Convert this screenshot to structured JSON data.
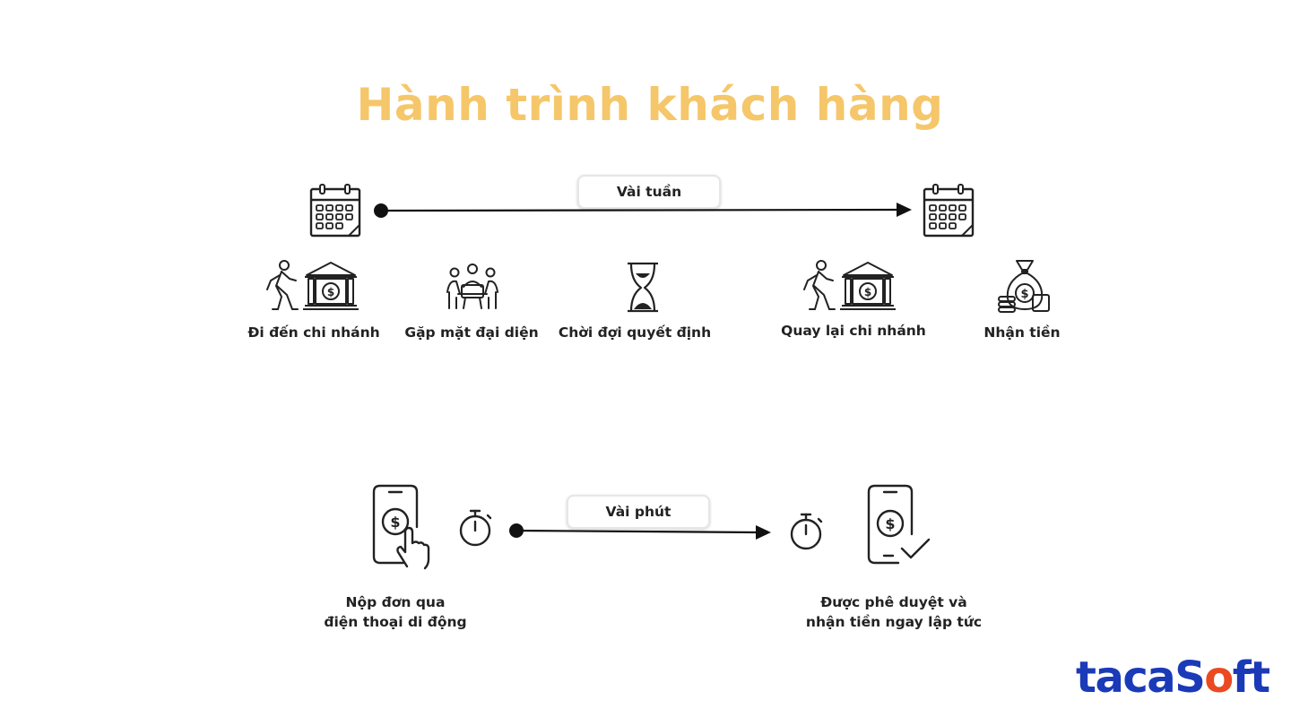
{
  "title": "Hành trình khách hàng",
  "traditional": {
    "duration": "Vài tuần",
    "steps": [
      {
        "label": "Đi đến chi nhánh",
        "icon": "walk-to-bank-icon"
      },
      {
        "label": "Gặp mặt đại diện",
        "icon": "meeting-icon"
      },
      {
        "label": "Chời đợi quyết định",
        "icon": "hourglass-icon"
      },
      {
        "label": "Quay lại chi nhánh",
        "icon": "walk-to-bank-icon"
      },
      {
        "label": "Nhận tiền",
        "icon": "money-bag-icon"
      }
    ]
  },
  "digital": {
    "duration": "Vài phút",
    "start": {
      "line1": "Nộp đơn qua",
      "line2": "điện thoại di động",
      "icon": "phone-tap-icon"
    },
    "end": {
      "line1": "Được phê duyệt và",
      "line2": "nhận tiền ngay lập tức",
      "icon": "phone-approved-icon"
    }
  },
  "logo": {
    "part1": "taca",
    "part2": "S",
    "part3": "ft",
    "accent": "#ea4a22",
    "brand": "#1a3ab8"
  },
  "colors": {
    "title": "#f5c76a",
    "line": "#111111"
  }
}
